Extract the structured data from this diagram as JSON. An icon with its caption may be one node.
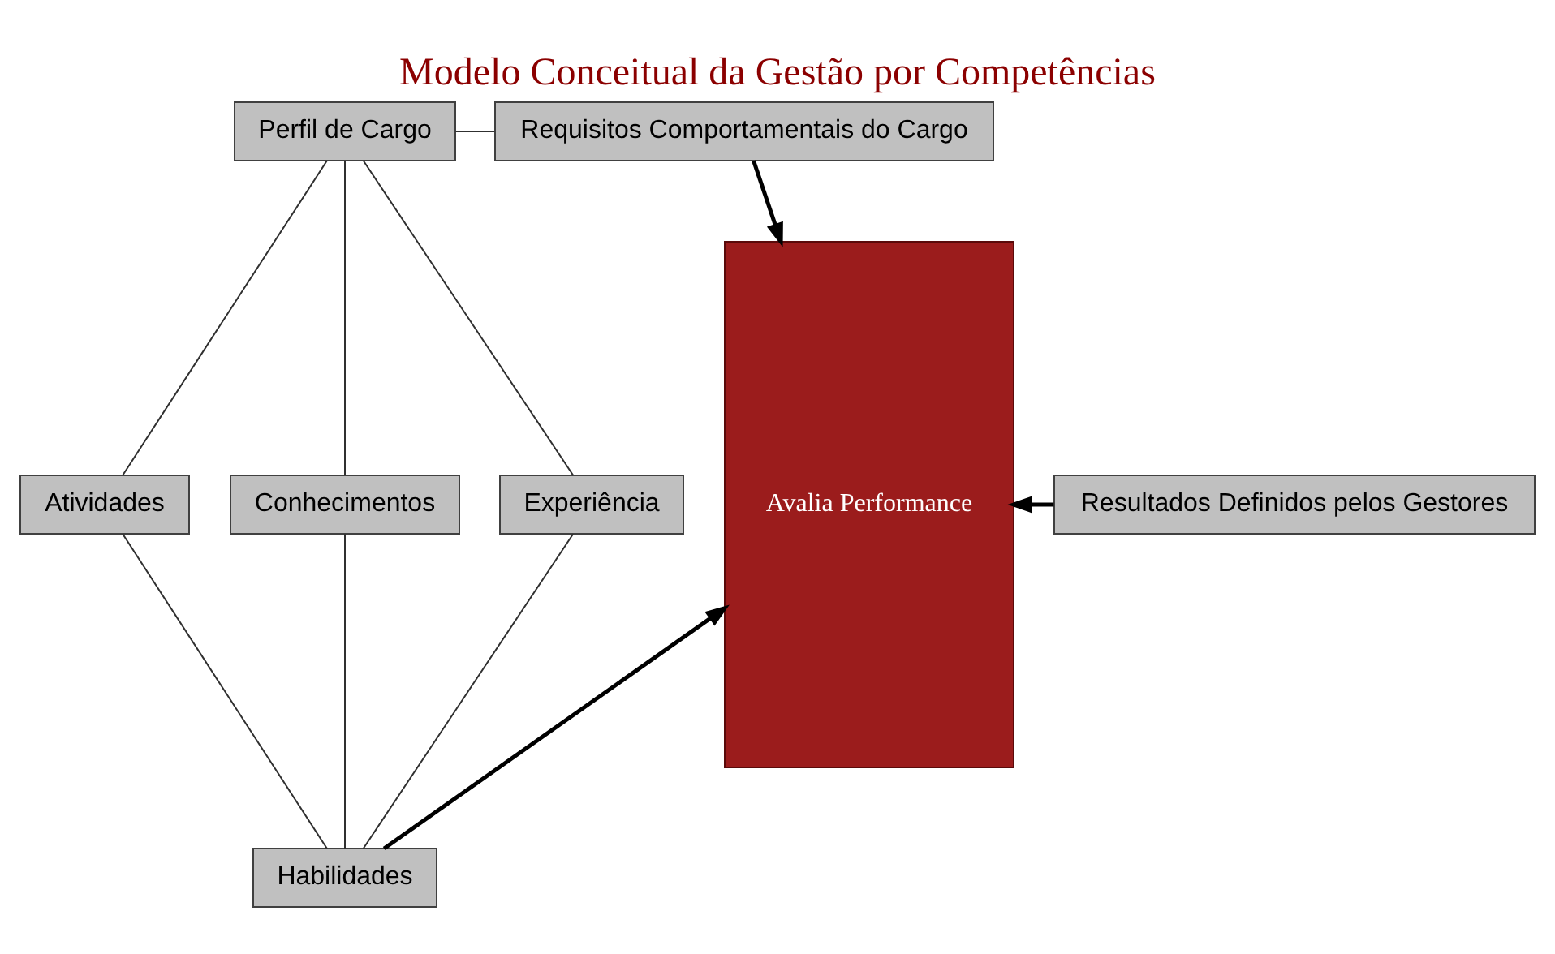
{
  "diagram": {
    "title": "Modelo Conceitual da Gestão por Competências",
    "nodes": [
      {
        "text": [
          "Perfil de Cargo"
        ]
      },
      {
        "text": [
          "Requisitos Comportamentais do Cargo"
        ]
      },
      {
        "text": [
          "Atividades"
        ]
      },
      {
        "text": [
          "Conhecimentos"
        ]
      },
      {
        "text": [
          "Experiência"
        ]
      },
      {
        "text": [
          "Resultados Definidos pelos Gestores"
        ]
      },
      {
        "text": [
          "Habilidades"
        ]
      },
      {
        "text": [
          "Avalia Performance"
        ]
      }
    ],
    "edges": [
      {
        "from": 0,
        "to": 1,
        "arrow": "none"
      },
      {
        "from": 0,
        "to": 2,
        "arrow": "none"
      },
      {
        "from": 0,
        "to": 3,
        "arrow": "none"
      },
      {
        "from": 0,
        "to": 4,
        "arrow": "none"
      },
      {
        "from": 2,
        "to": 6,
        "arrow": "none"
      },
      {
        "from": 3,
        "to": 6,
        "arrow": "none"
      },
      {
        "from": 4,
        "to": 6,
        "arrow": "none"
      },
      {
        "from": 1,
        "to": 7,
        "arrow": "to",
        "style": "thick"
      },
      {
        "from": 5,
        "to": 7,
        "arrow": "to",
        "style": "thick"
      },
      {
        "from": 6,
        "to": 7,
        "arrow": "to",
        "style": "thick"
      }
    ]
  }
}
